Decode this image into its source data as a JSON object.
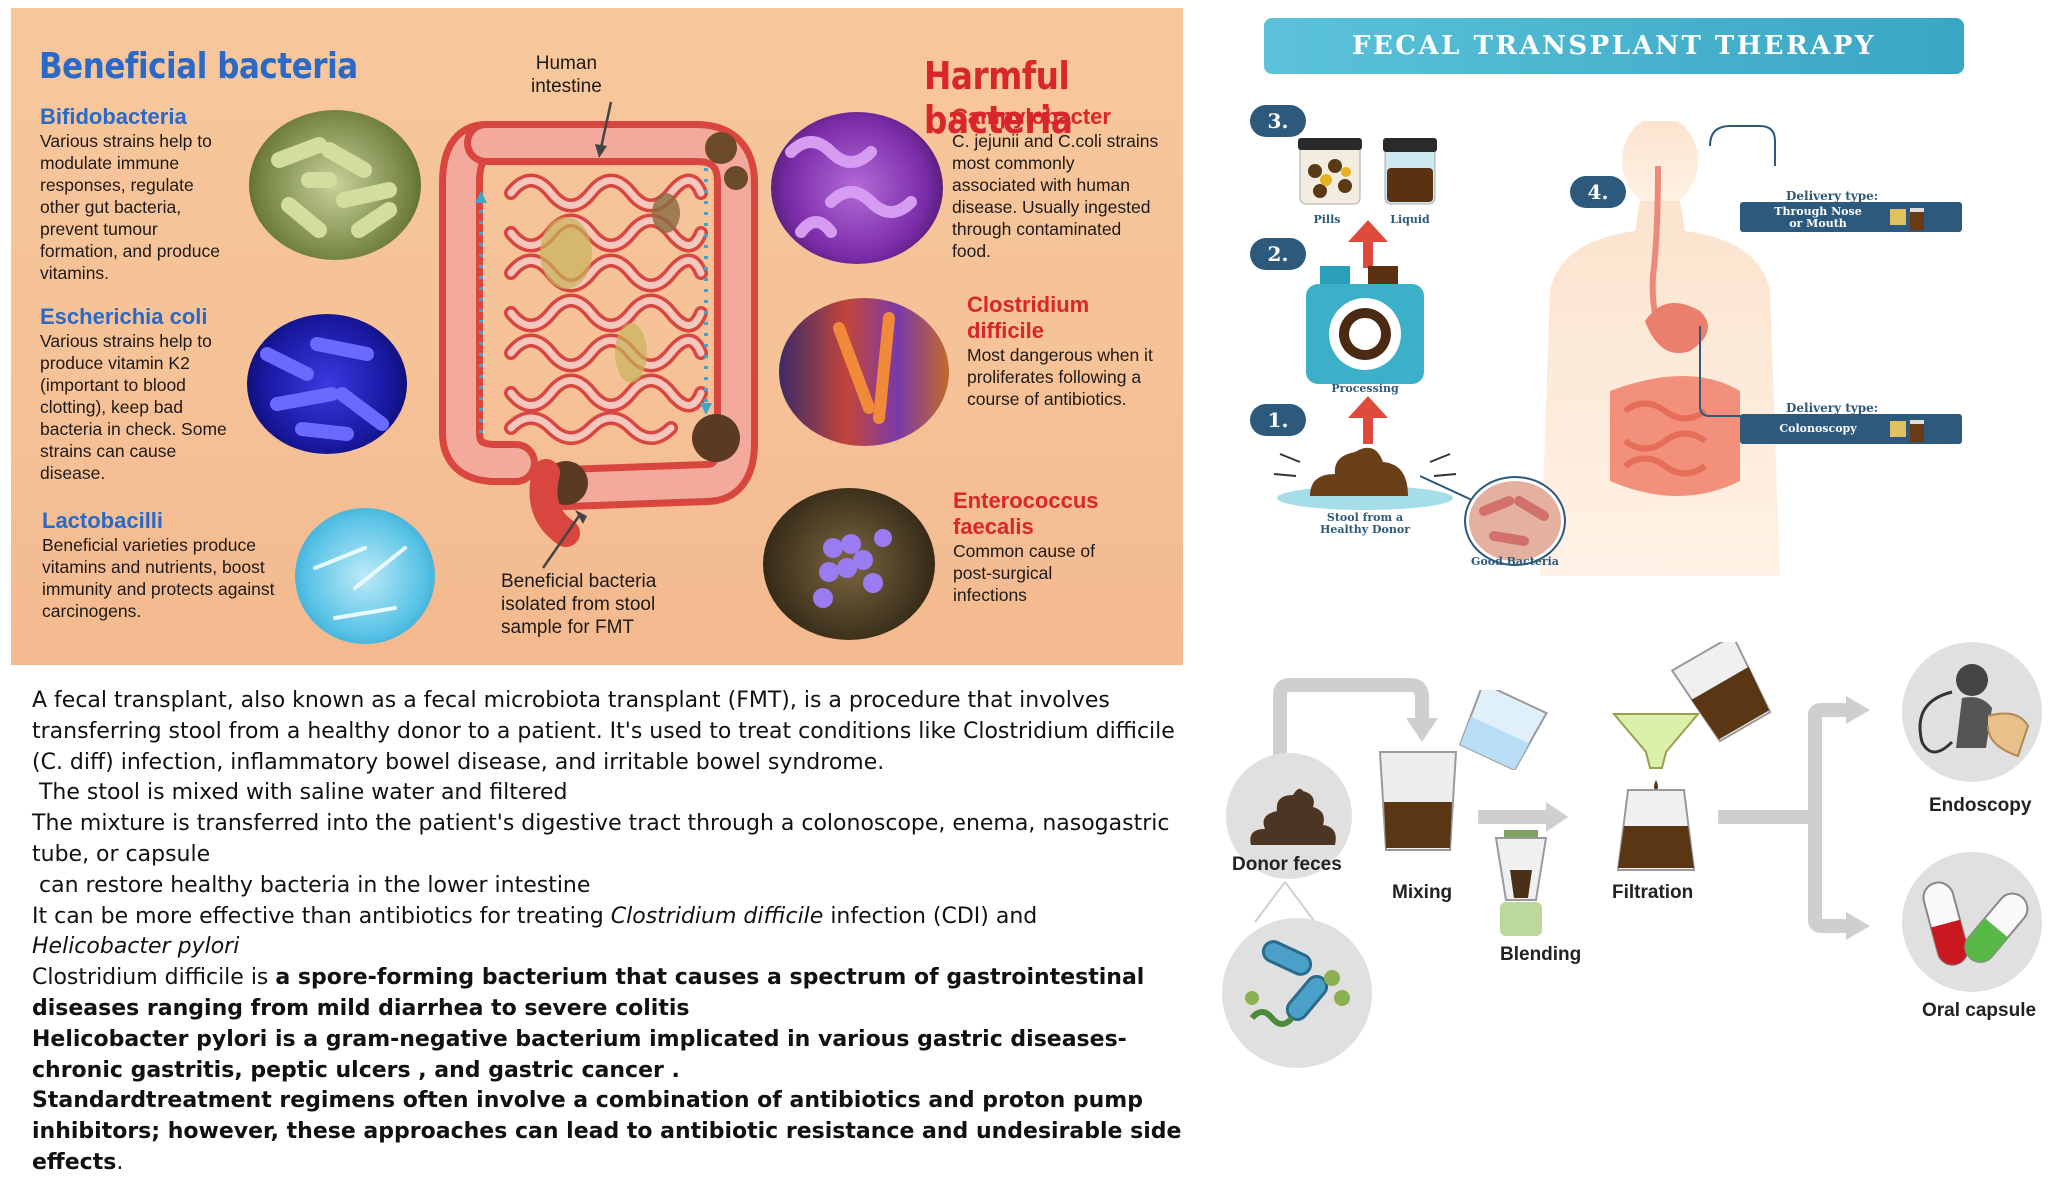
{
  "bacteria_panel": {
    "beneficial_heading": "Beneficial bacteria",
    "harmful_heading": "Harmful bacteria",
    "intestine_label_1": "Human",
    "intestine_label_2": "intestine",
    "fmt_label": [
      "Beneficial bacteria",
      "isolated from stool",
      "sample for FMT"
    ],
    "beneficial": [
      {
        "name": "Bifidobacteria",
        "lines": [
          "Various strains help to",
          "modulate immune",
          "responses, regulate",
          "other gut bacteria,",
          "prevent tumour",
          "formation, and produce",
          "vitamins."
        ]
      },
      {
        "name": "Escherichia coli",
        "lines": [
          "Various strains help to",
          "produce vitamin K2",
          "(important to blood",
          "clotting), keep bad",
          "bacteria in check. Some",
          "strains can cause",
          "disease."
        ]
      },
      {
        "name": "Lactobacilli",
        "lines": [
          "Beneficial varieties produce",
          "vitamins and nutrients, boost",
          "immunity and protects against",
          "carcinogens."
        ]
      }
    ],
    "harmful": [
      {
        "name": [
          "Campylobacter"
        ],
        "lines": [
          "C. jejunii and C.coli strains",
          "most commonly",
          "associated with human",
          "disease. Usually ingested",
          "through contaminated",
          "food."
        ]
      },
      {
        "name": [
          "Clostridium",
          "difficile"
        ],
        "lines": [
          "Most dangerous when it",
          "proliferates following a",
          "course of antibiotics."
        ]
      },
      {
        "name": [
          "Enterococcus",
          "faecalis"
        ],
        "lines": [
          "Common cause of",
          "post-surgical",
          "infections"
        ]
      }
    ]
  },
  "therapy_panel": {
    "title": "FECAL TRANSPLANT THERAPY",
    "steps": [
      "1.",
      "2.",
      "3.",
      "4."
    ],
    "stool_caption": [
      "Stool from a",
      "Healthy Donor"
    ],
    "processing_caption": "Processing",
    "pills_caption": "Pills",
    "liquid_caption": "Liquid",
    "good_bacteria_caption": "Good Bacteria",
    "delivery_title": "Delivery type:",
    "delivery_nose": [
      "Through Nose",
      "or Mouth"
    ],
    "delivery_colon": "Colonoscopy"
  },
  "text_panel": {
    "p1": "A fecal transplant, also known as a fecal microbiota transplant (FMT), is a procedure that involves transferring stool from a healthy donor to a patient. It's used to treat conditions like Clostridium difficile (C. diff) infection, inflammatory bowel disease, and irritable bowel syndrome.",
    "p2": " The stool is mixed with saline water and filtered",
    "p3": "The mixture is transferred into the patient's digestive tract through a colonoscope, enema, nasogastric tube, or capsule",
    "p4": " can restore healthy bacteria in the lower intestine",
    "p5_a": "It can be more effective than antibiotics for treating ",
    "p5_b": "Clostridium difficile",
    "p5_c": " infection (CDI) and ",
    "p5_d": "Helicobacter pylori",
    "p6_a": "Clostridium difficile is ",
    "p6_b": "a spore-forming bacterium that causes a spectrum of gastrointestinal diseases ranging from mild diarrhea to severe colitis",
    "p7": "Helicobacter pylori is a gram-negative bacterium implicated in various gastric diseases- chronic gastritis, peptic ulcers , and gastric cancer .",
    "p8_a": "Standardtreatment regimens often involve a combination of antibiotics and proton pump inhibitors; however, these approaches can lead to antibiotic resistance and undesirable side effects",
    "p8_b": "."
  },
  "process_panel": {
    "donor": "Donor feces",
    "mixing": "Mixing",
    "blending": "Blending",
    "filtration": "Filtration",
    "endoscopy": "Endoscopy",
    "oral": "Oral capsule"
  }
}
